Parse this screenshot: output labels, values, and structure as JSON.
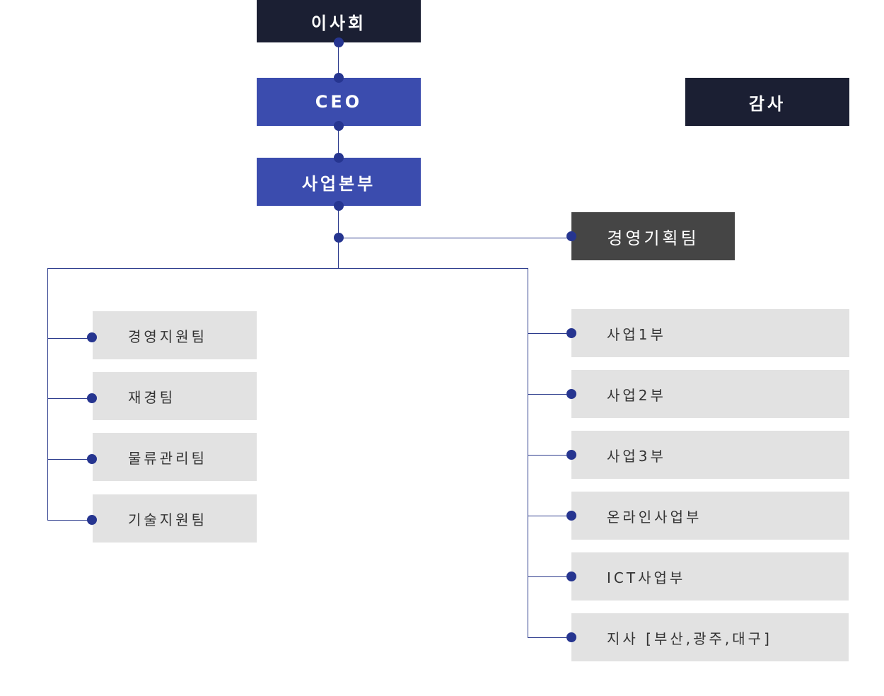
{
  "top": {
    "board": "이사회",
    "ceo": "CEO",
    "division": "사업본부",
    "audit": "감사",
    "planning": "경영기획팀"
  },
  "left_teams": [
    "경영지원팀",
    "재경팀",
    "물류관리팀",
    "기술지원팀"
  ],
  "right_depts": [
    "사업1부",
    "사업2부",
    "사업3부",
    "온라인사업부",
    "ICT사업부",
    "지사 [부산,광주,대구]"
  ]
}
